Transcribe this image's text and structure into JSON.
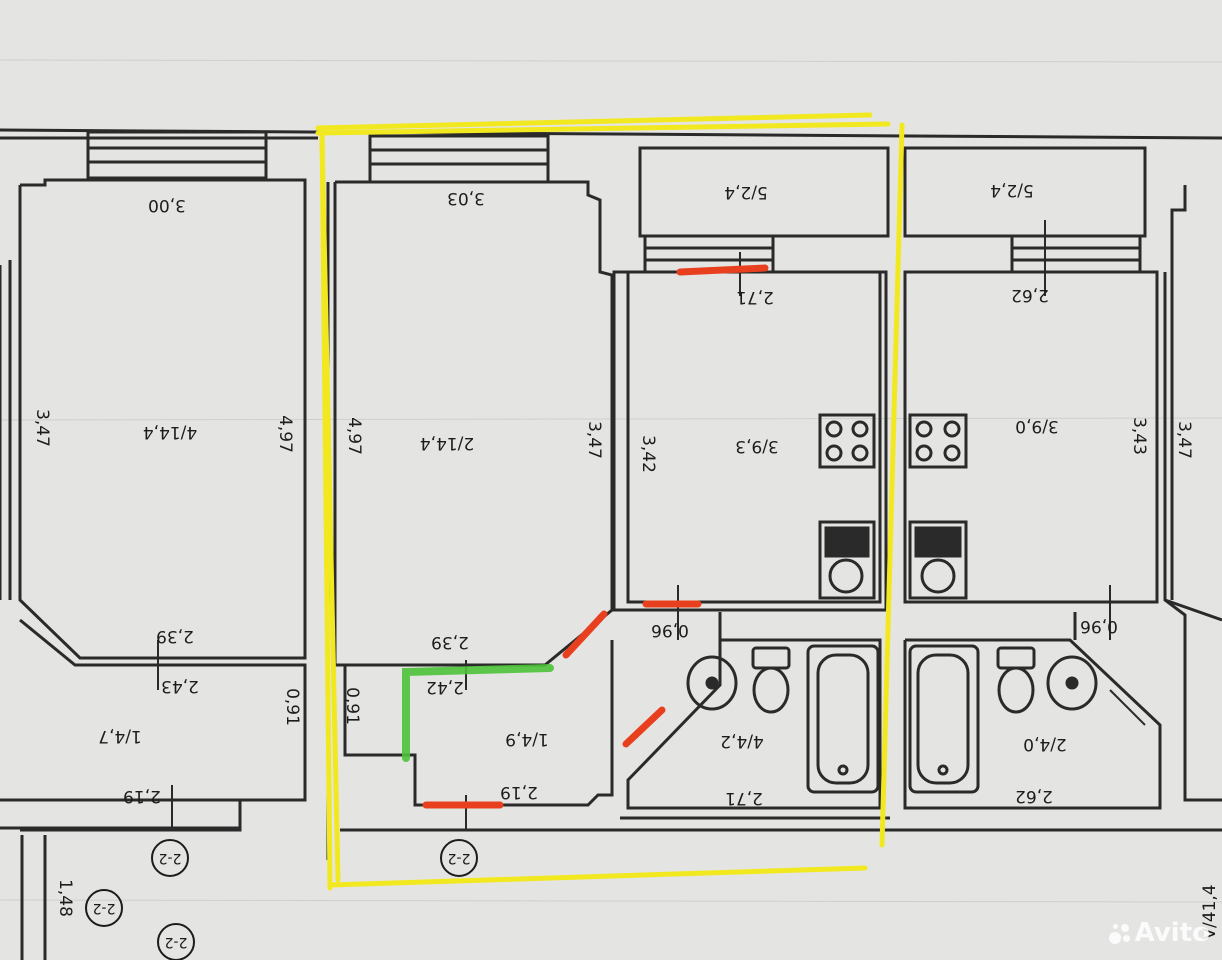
{
  "plan": {
    "rooms": {
      "room_4": "4/14,4",
      "room_2": "2/14,4",
      "room_3_kitchen": "3/9,3",
      "room_3_right": "3/9,0",
      "room_1_left": "1/4,7",
      "room_1_center": "1/4,9",
      "room_4_bath": "4/4,2",
      "room_2_bath_right": "2/4,0",
      "room_5_left": "5/2,4",
      "room_5_right": "5/2,4",
      "corner_label": "V/41,4"
    },
    "dimensions": {
      "d_300": "3,00",
      "d_303": "3,03",
      "d_271_top": "2,71",
      "d_262_top": "2,62",
      "d_347_left": "3,47",
      "d_497_a": "4,97",
      "d_497_b": "4,97",
      "d_347_mid": "3,47",
      "d_342": "3,42",
      "d_343": "3,43",
      "d_347_right": "3,47",
      "d_239_a": "2,39",
      "d_239_b": "2,39",
      "d_243": "2,43",
      "d_242": "2,42",
      "d_091_a": "0,91",
      "d_091_b": "0,91",
      "d_096_a": "0,96",
      "d_096_b": "0,96",
      "d_219_a": "2,19",
      "d_219_b": "2,19",
      "d_271_bot": "2,71",
      "d_262_bot": "2,62",
      "d_148": "1,48"
    },
    "circles": {
      "c1": "2-2",
      "c2": "2-2",
      "c3": "2-2",
      "c4": "2-2"
    },
    "highlight_colors": {
      "selection": "#f2e81f",
      "door_remove": "#e8401f",
      "door_add": "#4cc23a"
    }
  },
  "watermark": {
    "text": "Avito"
  }
}
